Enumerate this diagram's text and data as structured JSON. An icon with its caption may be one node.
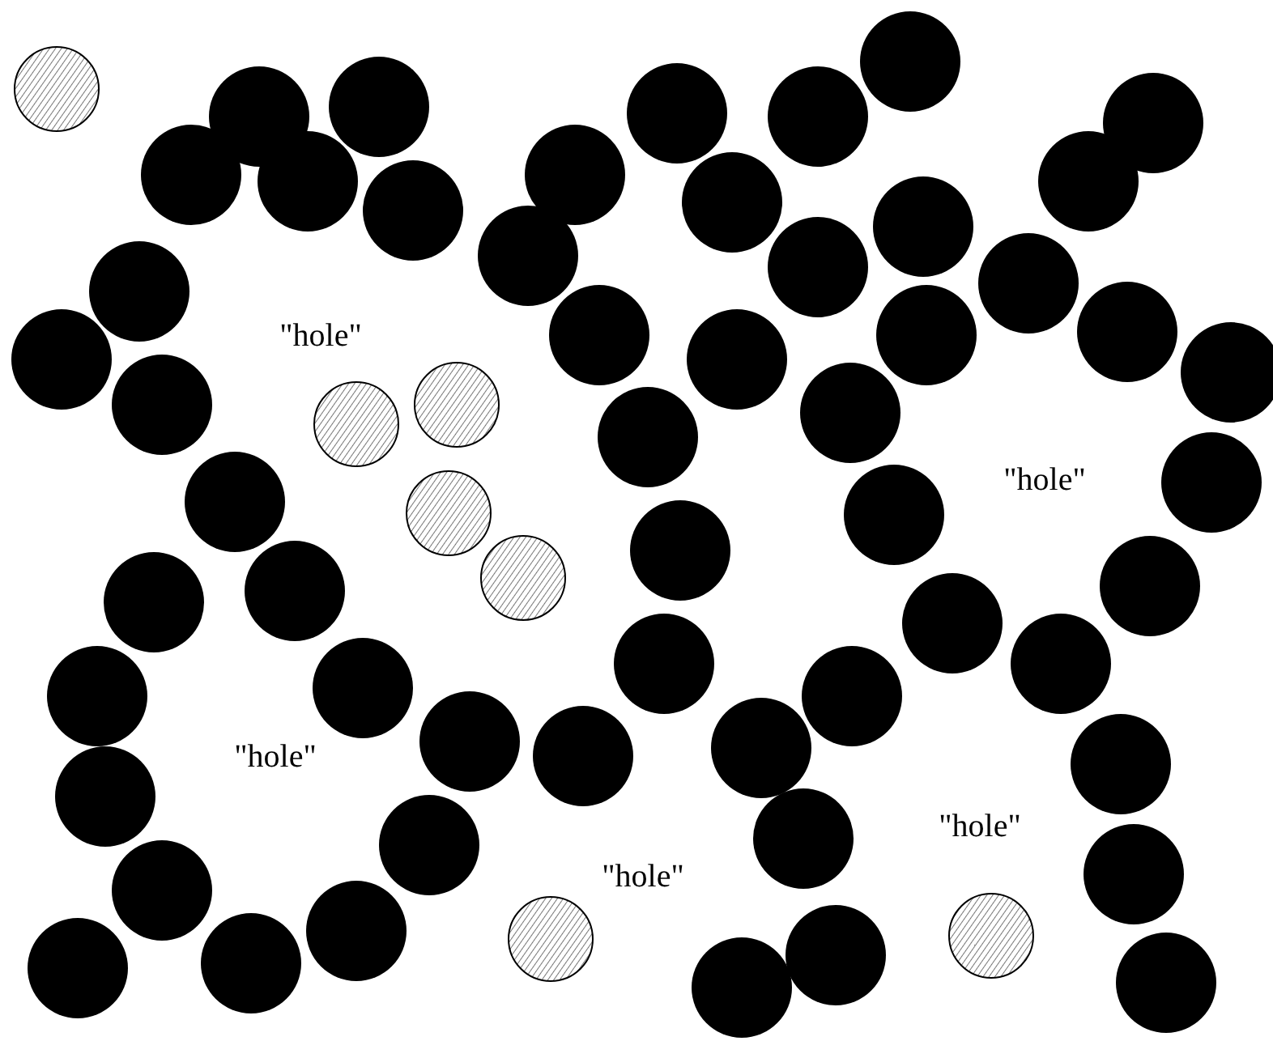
{
  "diagram": {
    "labels": [
      "\"hole\"",
      "\"hole\"",
      "\"hole\"",
      "\"hole\"",
      "\"hole\""
    ]
  }
}
